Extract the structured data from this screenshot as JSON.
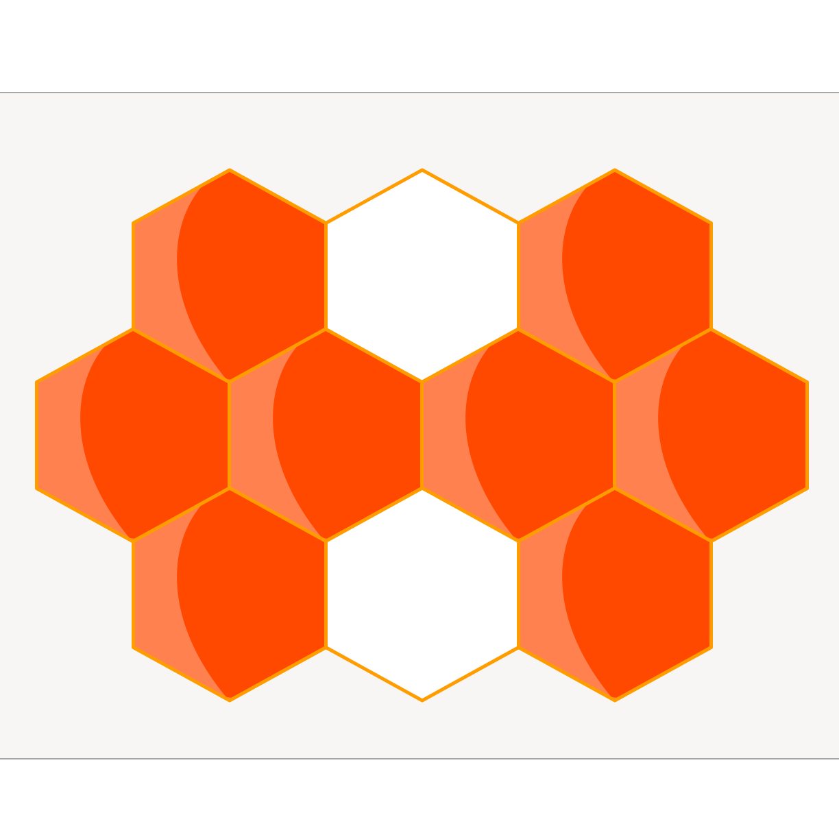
{
  "colors": {
    "page_background": "#ffffff",
    "panel_background": "#f8f6f5",
    "panel_border": "#8a8a8a",
    "hex_outline": "#ff9d00",
    "hex_fill_dark": "#ff4800",
    "hex_fill_light": "#ff8150",
    "hex_empty_fill": "#ffffff"
  },
  "honeycomb": {
    "rows": [
      [
        "orange-petal",
        "empty",
        "orange-petal"
      ],
      [
        "orange-petal",
        "orange-petal",
        "orange-petal",
        "orange-petal"
      ],
      [
        "orange-petal",
        "empty",
        "orange-petal"
      ]
    ],
    "counts": {
      "orange_cells": 8,
      "empty_cells": 2
    }
  }
}
